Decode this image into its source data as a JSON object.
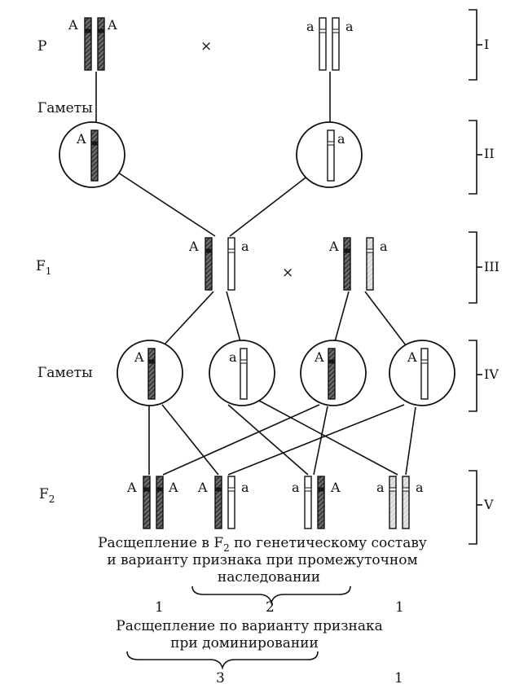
{
  "generations": {
    "p": "P",
    "gametes_1": "Гаметы",
    "f1": "F",
    "f1_sub": "1",
    "gametes_2": "Гаметы",
    "f2": "F",
    "f2_sub": "2"
  },
  "roman": [
    "I",
    "II",
    "III",
    "IV",
    "V"
  ],
  "cross_sign": "×",
  "alleles": {
    "dominant": "A",
    "recessive": "a"
  },
  "caption_intermediate": {
    "line1_pre": "Расщепление в F",
    "line1_sub": "2",
    "line1_post": " по генетическому составу",
    "line2": "и варианту признака при промежуточном",
    "line3": "наследовании"
  },
  "ratio_intermediate": [
    "1",
    "2",
    "1"
  ],
  "caption_dominance": {
    "line1": "Расщепление по варианту признака",
    "line2": "при доминировании"
  },
  "ratio_dominance": [
    "3",
    "1"
  ],
  "colors": {
    "ink": "#111111",
    "hatch": "#555555",
    "light": "#cfcfcf"
  }
}
